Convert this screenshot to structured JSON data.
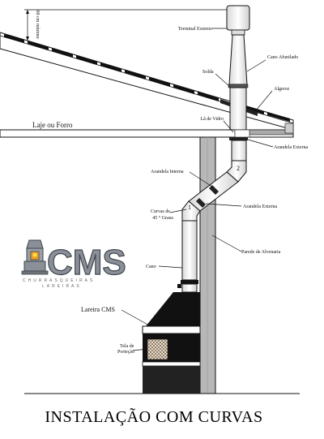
{
  "labels": {
    "height_note": "60 cm mínimo",
    "terminal": "Terminal Externo",
    "cano_afunilado": "Cano Afunilado",
    "solda": "Solda",
    "algeroz": "Algeroz",
    "la_de_vidro": "Lã de Vidro",
    "laje": "Lajе ou Forro",
    "arandela_externa_top": "Arandela Externa",
    "arandela_interna": "Arandela Interna",
    "curvas_line1": "Curvas de",
    "curvas_line2": "45 ° Graus",
    "arandela_externa_mid": "Arandela Externa",
    "parede": "Parede de Alvenaria",
    "cano": "Cano",
    "lareira": "Lareira CMS",
    "tela_line1": "Tela de",
    "tela_line2": "Porteção",
    "num1": "1",
    "num2": "2"
  },
  "logo": {
    "name": "CMS",
    "sub1": "CHURRASQUEIRAS",
    "sub2": "LAREIRAS"
  },
  "title": "INSTALAÇÃO COM  CURVAS"
}
